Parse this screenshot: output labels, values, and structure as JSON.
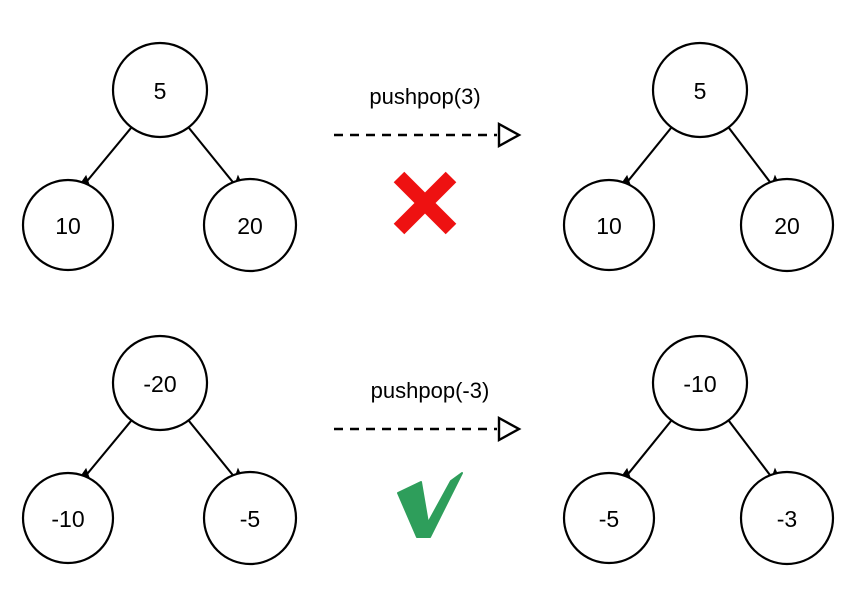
{
  "diagram": {
    "type": "binary-heap-transition-diagram",
    "background_color": "#ffffff",
    "stroke_color": "#000000",
    "reject_color": "#ee1111",
    "accept_color": "#2e9e5b"
  },
  "rows": [
    {
      "id": "row-invalid",
      "operation_label": "pushpop(3)",
      "verdict": "cross",
      "verdict_name": "red-cross-icon",
      "verdict_color": "#ee1111",
      "before": {
        "root": "5",
        "left": "10",
        "right": "20"
      },
      "after": {
        "root": "5",
        "left": "10",
        "right": "20"
      }
    },
    {
      "id": "row-valid",
      "operation_label": "pushpop(-3)",
      "verdict": "check",
      "verdict_name": "green-check-icon",
      "verdict_color": "#2e9e5b",
      "before": {
        "root": "-20",
        "left": "-10",
        "right": "-5"
      },
      "after": {
        "root": "-10",
        "left": "-5",
        "right": "-3"
      }
    }
  ]
}
